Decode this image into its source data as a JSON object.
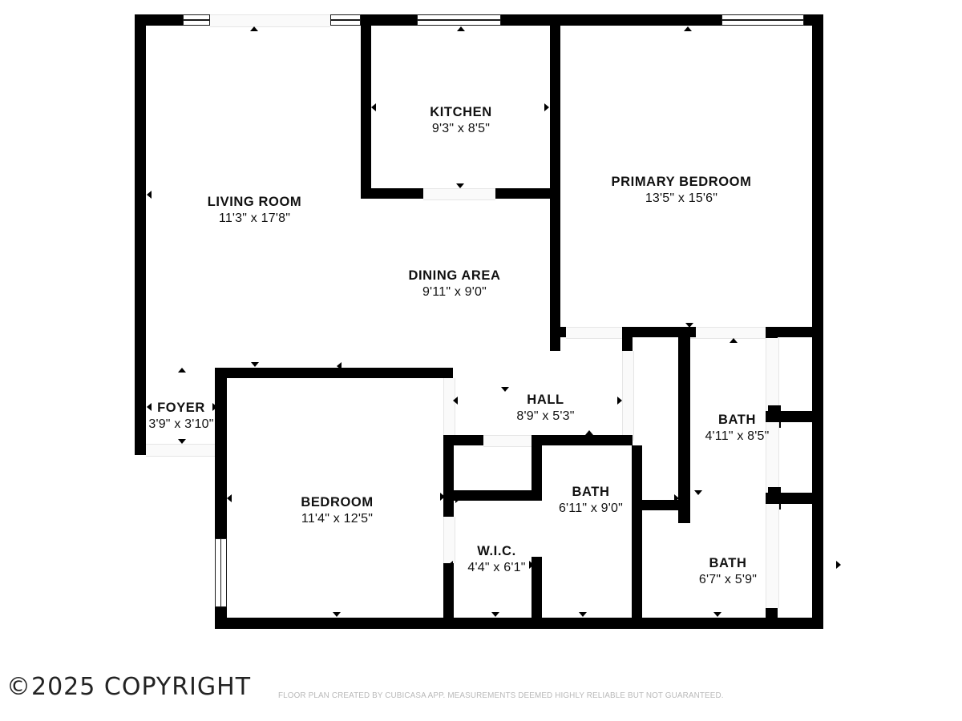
{
  "document": {
    "type": "real-estate-floor-plan",
    "copyright": "©2025 COPYRIGHT",
    "disclaimer": "FLOOR PLAN CREATED BY CUBICASA APP. MEASUREMENTS DEEMED HIGHLY RELIABLE BUT NOT GUARANTEED."
  },
  "colors": {
    "wall": "#000000",
    "background": "#ffffff",
    "label_text": "#111111",
    "disclaimer_text": "#b9b9b9",
    "opening_fill": "#fafafa"
  },
  "rooms": [
    {
      "id": "living-room",
      "name": "LIVING ROOM",
      "dimensions": "11'3\" x 17'8\""
    },
    {
      "id": "kitchen",
      "name": "KITCHEN",
      "dimensions": "9'3\" x 8'5\""
    },
    {
      "id": "primary-bedroom",
      "name": "PRIMARY BEDROOM",
      "dimensions": "13'5\" x 15'6\""
    },
    {
      "id": "dining-area",
      "name": "DINING AREA",
      "dimensions": "9'11\" x 9'0\""
    },
    {
      "id": "foyer",
      "name": "FOYER",
      "dimensions": "3'9\" x 3'10\""
    },
    {
      "id": "hall",
      "name": "HALL",
      "dimensions": "8'9\" x 5'3\""
    },
    {
      "id": "bath-primary",
      "name": "BATH",
      "dimensions": "4'11\" x 8'5\""
    },
    {
      "id": "bedroom",
      "name": "BEDROOM",
      "dimensions": "11'4\" x 12'5\""
    },
    {
      "id": "bath-main",
      "name": "BATH",
      "dimensions": "6'11\" x 9'0\""
    },
    {
      "id": "walk-in-closet",
      "name": "W.I.C.",
      "dimensions": "4'4\" x 6'1\""
    },
    {
      "id": "bath-third",
      "name": "BATH",
      "dimensions": "6'7\" x 5'9\""
    }
  ]
}
